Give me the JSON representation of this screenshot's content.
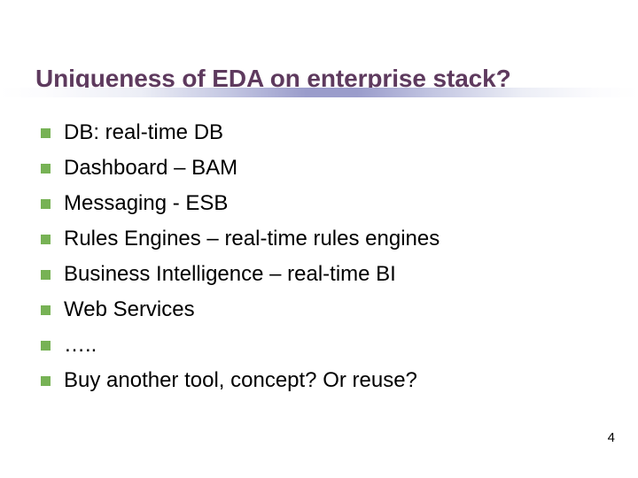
{
  "slide": {
    "title": "Uniqueness of EDA on enterprise stack?",
    "page_number": "4",
    "colors": {
      "background": "#ffffff",
      "title": "#5e3a5e",
      "bullet_marker": "#77b255",
      "body_text": "#000000",
      "rule_center": "#9a9ccb",
      "rule_edge": "#ffffff"
    },
    "bullets": [
      {
        "text": "DB: real-time DB"
      },
      {
        "text": "Dashboard – BAM"
      },
      {
        "text": "Messaging - ESB"
      },
      {
        "text": "Rules Engines – real-time rules engines"
      },
      {
        "text": "Business Intelligence – real-time BI"
      },
      {
        "text": "Web Services"
      },
      {
        "text": "….."
      },
      {
        "text": "Buy another tool, concept? Or reuse?"
      }
    ]
  }
}
